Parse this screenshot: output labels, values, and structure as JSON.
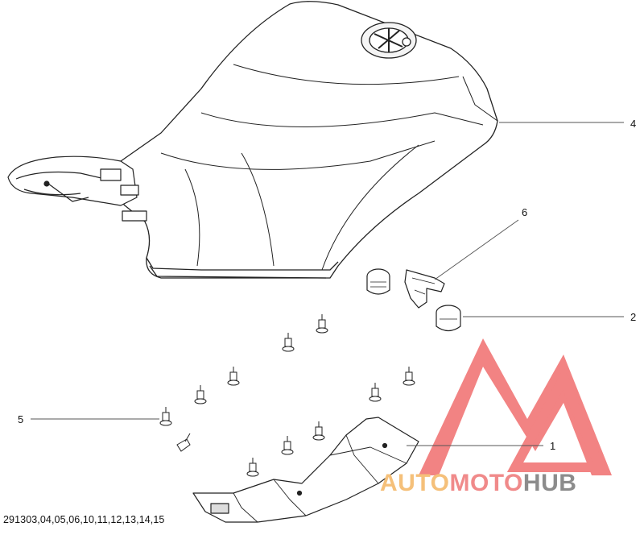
{
  "diagram": {
    "callouts": [
      {
        "id": "4",
        "label": "4"
      },
      {
        "id": "6",
        "label": "6"
      },
      {
        "id": "2",
        "label": "2"
      },
      {
        "id": "5",
        "label": "5"
      },
      {
        "id": "1",
        "label": "1"
      }
    ],
    "footer_code": "291303,04,05,06,10,11,12,13,14,15"
  },
  "watermark": {
    "part1": "AUTO",
    "part2": "MOTO",
    "part3": "HUB",
    "colors": {
      "auto": "#f5c07a",
      "moto": "#f08a8a",
      "hub": "#8c8c8c",
      "logo": "#ee4f4f"
    }
  }
}
